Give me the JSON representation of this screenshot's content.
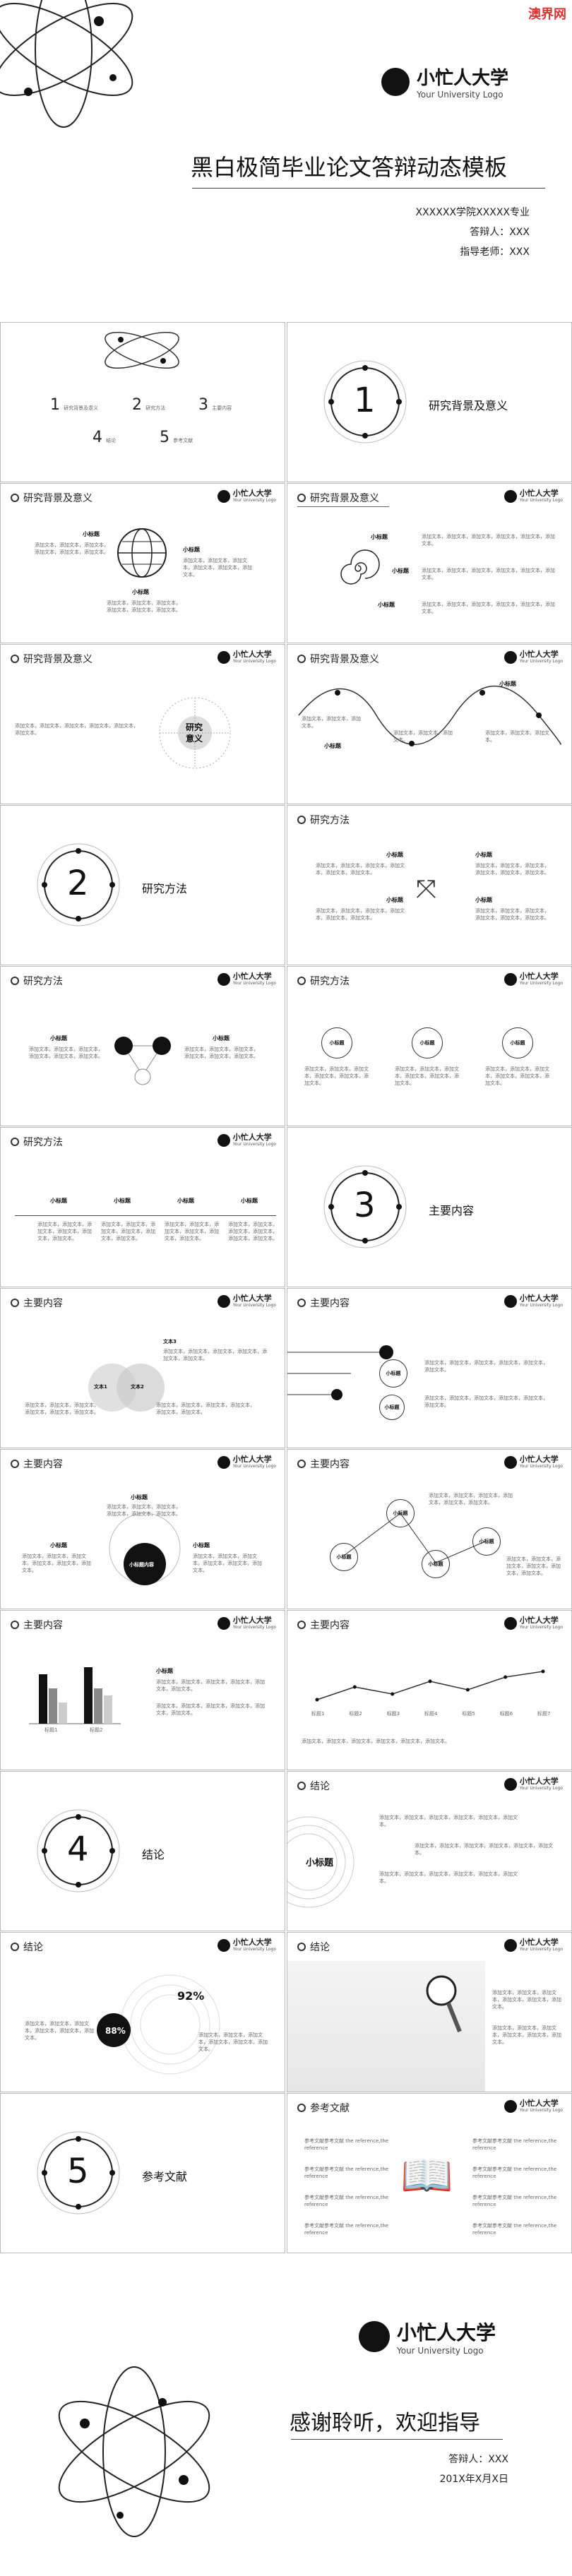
{
  "watermark": "澳界网",
  "brand": {
    "name": "小忙人大学",
    "sub": "Your University Logo"
  },
  "cover": {
    "title": "黑白极简毕业论文答辩动态模板",
    "dept": "XXXXXX学院XXXXX专业",
    "presenter": "答辩人：XXX",
    "advisor": "指导老师：XXX"
  },
  "toc": {
    "items": [
      {
        "num": "1",
        "label": "研究背景及意义"
      },
      {
        "num": "2",
        "label": "研究方法"
      },
      {
        "num": "3",
        "label": "主要内容"
      },
      {
        "num": "4",
        "label": "结论"
      },
      {
        "num": "5",
        "label": "参考文献"
      }
    ]
  },
  "sections": {
    "s1": {
      "num": "1",
      "title": "研究背景及意义"
    },
    "s2": {
      "num": "2",
      "title": "研究方法"
    },
    "s3": {
      "num": "3",
      "title": "主要内容"
    },
    "s4": {
      "num": "4",
      "title": "结论"
    },
    "s5": {
      "num": "5",
      "title": "参考文献"
    }
  },
  "common": {
    "subtitle": "小标题",
    "body": "添加文本，添加文本，添加文本，添加文本，添加文本，添加文本。",
    "body_short": "添加文本，添加文本，添加文本。",
    "ref": "参考文献参考文献 the reference,the reference"
  },
  "research_center": {
    "line1": "研究",
    "line2": "意义"
  },
  "venn": {
    "a": "文本1",
    "b": "文本2",
    "c": "文本3"
  },
  "ring_center": "小标题内容",
  "bar_labels": [
    "标题1",
    "标题2"
  ],
  "line_chart_labels": [
    "标题1",
    "标题2",
    "标题3",
    "标题4",
    "标题5",
    "标题6",
    "标题7"
  ],
  "line_values": [
    3.2,
    4.1,
    3.6,
    4.5,
    3.9,
    4.8,
    5.2
  ],
  "bar_values": [
    {
      "series": [
        7,
        5,
        3
      ]
    },
    {
      "series": [
        8,
        5,
        4
      ]
    }
  ],
  "percents": {
    "a": "88%",
    "b": "92%"
  },
  "conclusion_center": "小标题",
  "closing": {
    "thanks": "感谢聆听，欢迎指导",
    "presenter": "答辩人：XXX",
    "date": "201X年X月X日"
  },
  "colors": {
    "ink": "#111111",
    "grey": "#999999",
    "light": "#dddddd"
  }
}
